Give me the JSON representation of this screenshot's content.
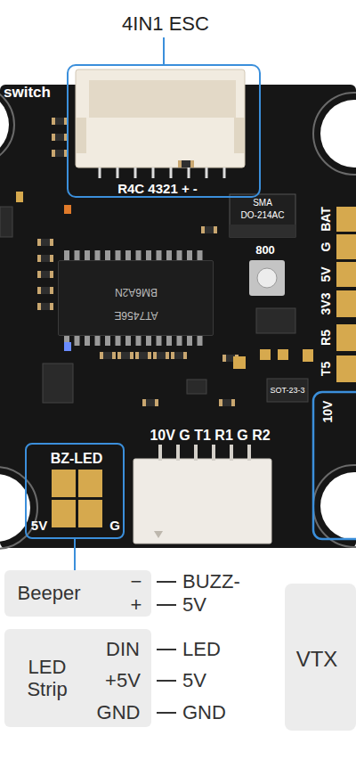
{
  "diagram": {
    "nodes": [
      {
        "text": [
          "4IN1 ESC",
          "R4C 4321 + -"
        ]
      },
      {
        "text": [
          "AT7456E",
          "BM6A2N"
        ]
      },
      {
        "text": [
          "BZ-LED"
        ]
      },
      {
        "text": [
          "Beeper",
          "−",
          "+"
        ]
      },
      {
        "text": [
          "LED Strip",
          "DIN",
          "+5V",
          "GND"
        ]
      },
      {
        "text": [
          "VTX"
        ]
      }
    ],
    "edges": [
      {
        "from": 2,
        "to": 3,
        "arrow": "none"
      }
    ],
    "labels": [
      "switch",
      "SMA",
      "DO-214AC",
      "800",
      "BAT",
      "G",
      "5V",
      "3V3",
      "R5",
      "T5",
      "10V",
      "SOT-23-3",
      "10V G T1 R1 G R2",
      "5V",
      "G",
      "BUZZ-",
      "5V",
      "LED",
      "5V",
      "GND"
    ]
  }
}
